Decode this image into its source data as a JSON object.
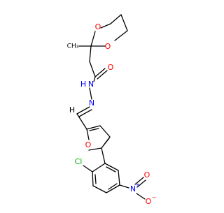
{
  "molecule": {
    "colors": {
      "bond": "#000000",
      "oxygen": "#ff0000",
      "nitrogen": "#0000ff",
      "chlorine": "#00b000",
      "carbon": "#000000"
    },
    "atom_labels": {
      "o_dioxane_left": "O",
      "o_dioxane_right": "O",
      "methyl_label": "CH₃",
      "o_carbonyl": "O",
      "nh": "N",
      "h_on_n": "H",
      "n_imine": "N",
      "h_imine": "H",
      "o_furan": "O",
      "cl": "Cl",
      "n_nitro": "N",
      "n_plus": "+",
      "o_nitro_top": "O",
      "o_nitro_bottom": "O",
      "o_minus": "−"
    }
  }
}
